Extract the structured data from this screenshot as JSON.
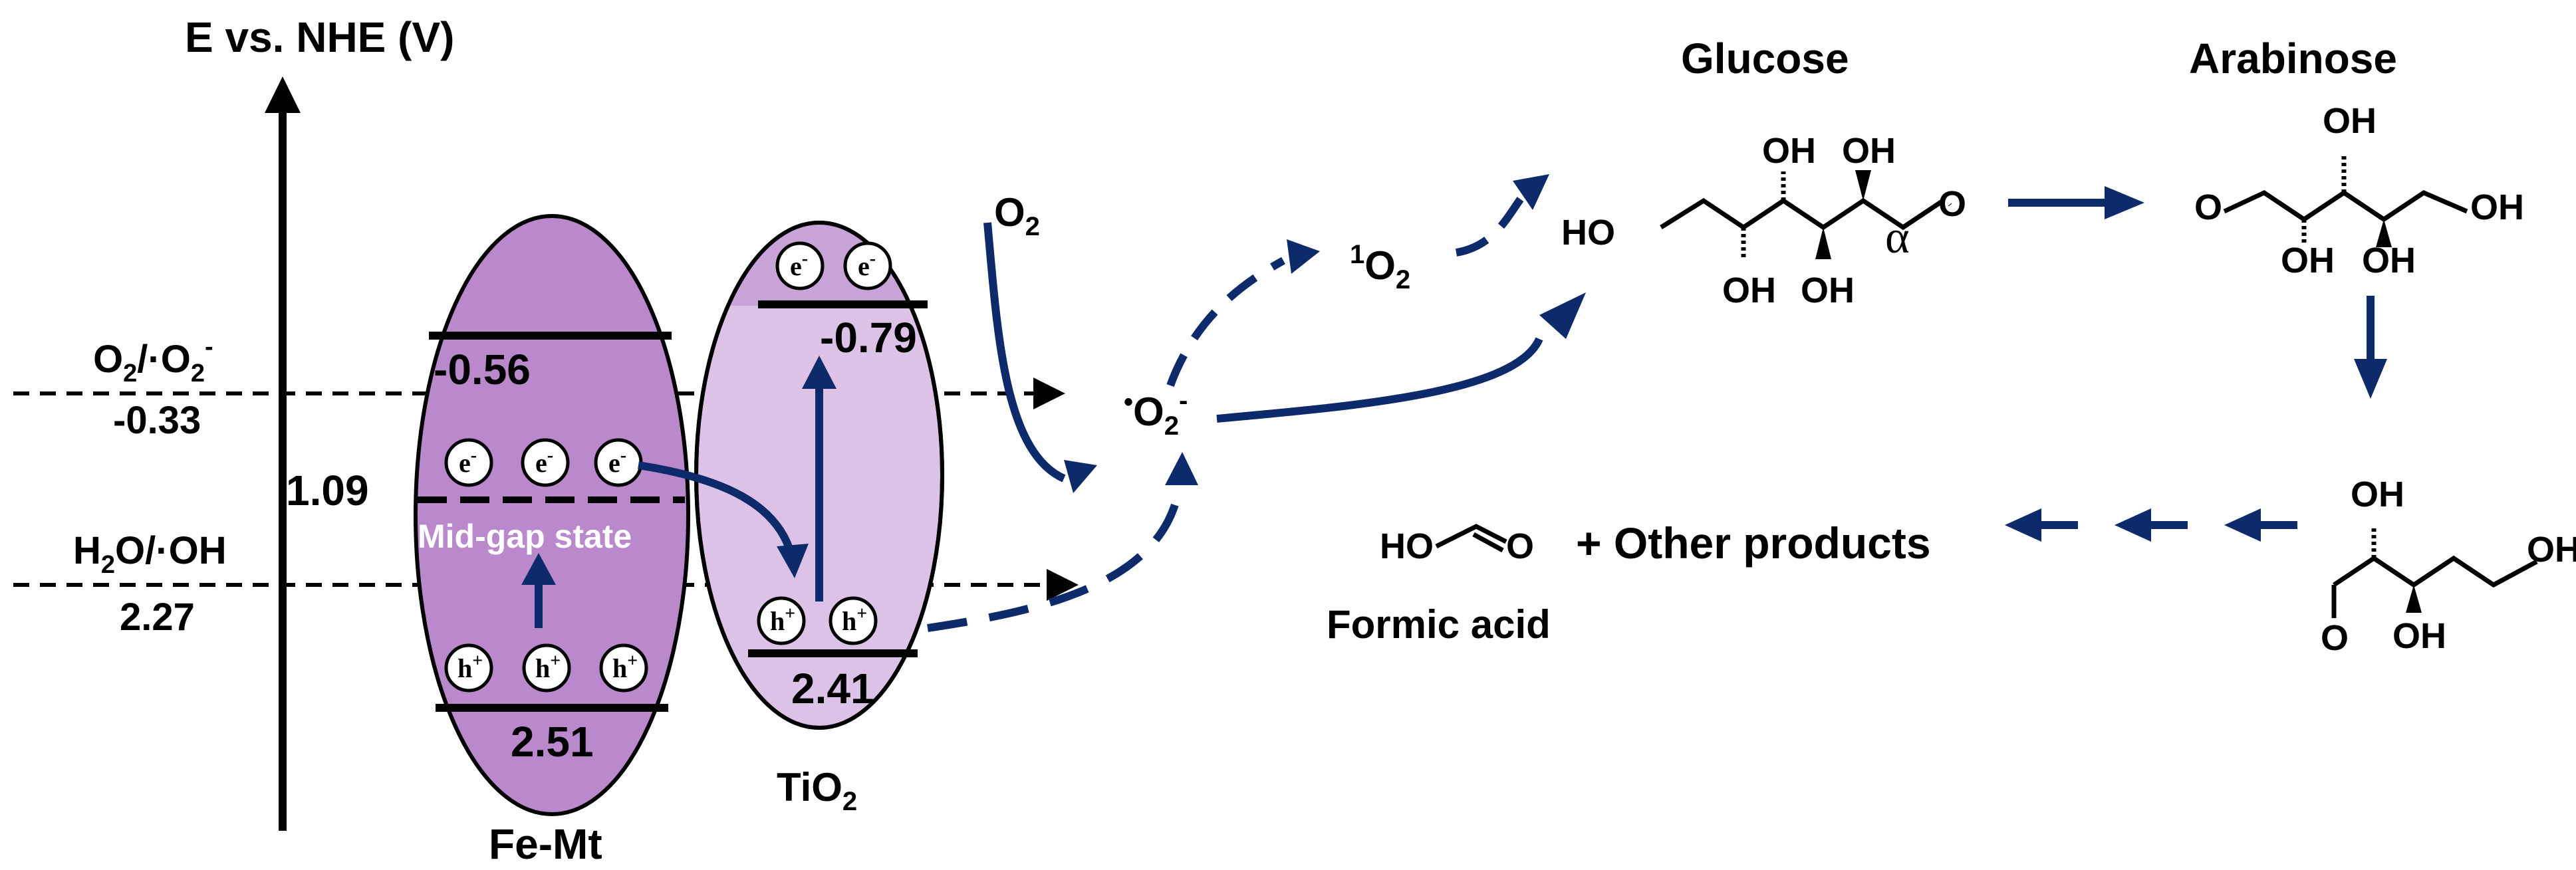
{
  "axis": {
    "label": "E vs. NHE (V)",
    "gap": "1.09"
  },
  "reference_levels": {
    "o2": {
      "base": "O",
      "sub": "2",
      "slash": "/",
      "radical": "·O",
      "sub2": "2",
      "sup": "-",
      "value": "-0.33"
    },
    "h2o": {
      "base": "H",
      "sub": "2",
      "rest": "O/·OH",
      "value": "2.27"
    }
  },
  "femt": {
    "name": "Fe-Mt",
    "cb_value": "-0.56",
    "vb_value": "2.51",
    "midgap_label": "Mid-gap state",
    "electron": "e",
    "electron_sign": "-",
    "hole": "h",
    "hole_sign": "+"
  },
  "tio2": {
    "name_base": "TiO",
    "name_sub": "2",
    "cb_value": "-0.79",
    "vb_value": "2.41"
  },
  "species": {
    "o2": {
      "base": "O",
      "sub": "2"
    },
    "superoxide": {
      "dot": "•",
      "base": "O",
      "sub": "2",
      "sup": "-"
    },
    "singlet": {
      "sup": "1",
      "base": "O",
      "sub": "2"
    }
  },
  "molecules": {
    "glucose": {
      "name": "Glucose",
      "alpha": "α",
      "ho": "HO",
      "oh": "OH",
      "o": "O"
    },
    "arabinose": {
      "name": "Arabinose",
      "oh": "OH",
      "o": "O"
    },
    "erythrose": {
      "oh": "OH",
      "o": "O"
    },
    "formic": {
      "name": "Formic acid",
      "ho": "HO",
      "o": "O"
    }
  },
  "other_products": "+ Other products",
  "colors": {
    "navy": "#0d2a6b",
    "femt_fill": "#b989cc",
    "tio2_fill": "#dcc2e6",
    "tio2_top": "#c7a3d8"
  }
}
